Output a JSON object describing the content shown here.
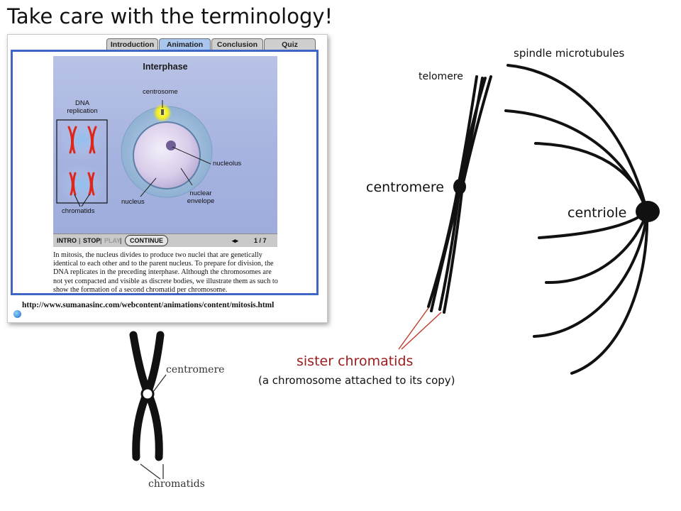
{
  "slide": {
    "title": "Take care with the terminology!"
  },
  "animation_window": {
    "tabs": [
      {
        "label": "Introduction",
        "active": false
      },
      {
        "label": "Animation",
        "active": true
      },
      {
        "label": "Conclusion",
        "active": false
      },
      {
        "label": "Quiz",
        "active": false
      }
    ],
    "stage_title": "Interphase",
    "labels": {
      "centrosome": "centrosome",
      "dna_replication": "DNA\nreplication",
      "nucleolus": "nucleolus",
      "nucleus": "nucleus",
      "nuclear_envelope": "nuclear\nenvelope",
      "chromatids": "chromatids"
    },
    "controls": {
      "intro": "INTRO",
      "stop": "STOP",
      "play": "PLAY",
      "continue": "CONTINUE",
      "nav_arrows": "◂▸",
      "page": "1 / 7"
    },
    "description": "In mitosis, the nucleus divides to produce two nuclei that are genetically identical to each other and to the parent nucleus. To prepare for division, the DNA replicates in the preceding interphase. Although the chromosomes are not yet compacted and visible as discrete bodies, we illustrate them as such to show the formation of a second chromatid per chromosome.",
    "url": "http://www.sumanasinc.com/webcontent/animations/content/mitosis.html",
    "colors": {
      "frame_border": "#3f66c7",
      "active_tab": "#a9c6ee",
      "chromosome": "#e0251b",
      "centrosome_glow": "#f5f02a"
    }
  },
  "diagram": {
    "telomere": "telomere",
    "centromere": "centromere",
    "centriole": "centriole",
    "spindle_microtubules": "spindle microtubules",
    "sister_chromatids": "sister chromatids",
    "sister_chromatids_note": "(a chromosome attached to its copy)",
    "colors": {
      "sister_chromatids_label": "#9b1c1c",
      "pointer_lines": "#c0392b"
    }
  },
  "small_chromosome": {
    "centromere": "centromere",
    "chromatids": "chromatids"
  }
}
